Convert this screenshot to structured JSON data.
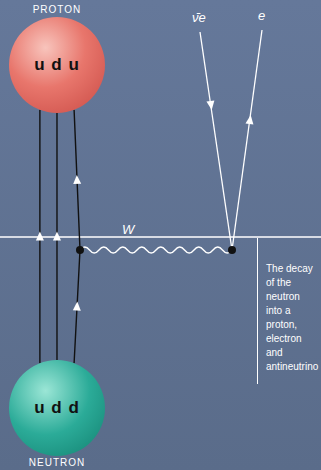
{
  "diagram": {
    "caption": "The decay of the neutron into a proton, electron and antineutrino",
    "nodes": [
      {
        "text": [
          "PROTON",
          "u d u"
        ]
      },
      {
        "text": [
          "u d d",
          "NEUTRON"
        ]
      }
    ],
    "edges": [
      {
        "from": 1,
        "to": 0,
        "arrow": "to"
      },
      {
        "from": 1,
        "to": 0,
        "arrow": "to"
      },
      {
        "from": 1,
        "to": 0,
        "arrow": "to"
      }
    ],
    "labels": [
      "W",
      "ν̄e",
      "e"
    ]
  }
}
